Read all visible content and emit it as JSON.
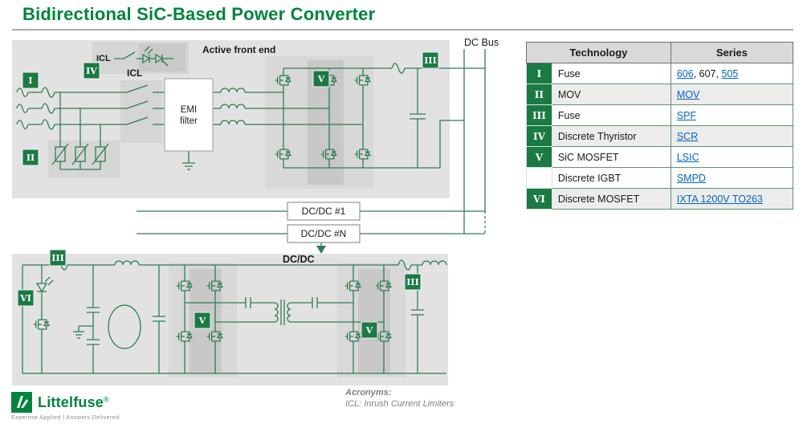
{
  "title": "Bidirectional SiC-Based Power Converter",
  "diagram": {
    "dc_bus_label": "DC Bus",
    "afe": {
      "title": "Active front end",
      "icl_top_label": "ICL",
      "icl_main_label": "ICL",
      "emi_line1": "EMI",
      "emi_line2": "filter"
    },
    "dcdc_first_label": "DC/DC #1",
    "dcdc_last_label": "DC/DC #N",
    "dcdc_title": "DC/DC",
    "badges": {
      "afe_input_fuse": "I",
      "afe_mov": "II",
      "afe_dc_fuse": "III",
      "afe_thyristor": "IV",
      "afe_sic_mosfet": "V",
      "dcdc_input_fuse": "III",
      "dcdc_discrete_mosfet": "VI",
      "dcdc_primary_bridge": "V",
      "dcdc_secondary_bridge": "V",
      "dcdc_output_fuse": "III"
    }
  },
  "acronyms": {
    "heading": "Acronyms:",
    "text": "ICL: Inrush Current Limiters"
  },
  "table": {
    "headers": {
      "technology": "Technology",
      "series": "Series"
    },
    "rows": [
      {
        "numeral": "I",
        "technology": "Fuse",
        "shaded": false,
        "series": [
          {
            "text": "606",
            "link": true
          },
          {
            "text": ", ",
            "link": false
          },
          {
            "text": "607",
            "link": false
          },
          {
            "text": ", ",
            "link": false
          },
          {
            "text": "505",
            "link": true
          }
        ]
      },
      {
        "numeral": "II",
        "technology": "MOV",
        "shaded": true,
        "series": [
          {
            "text": "MOV",
            "link": true
          }
        ]
      },
      {
        "numeral": "III",
        "technology": "Fuse",
        "shaded": false,
        "series": [
          {
            "text": "SPF",
            "link": true
          }
        ]
      },
      {
        "numeral": "IV",
        "technology": "Discrete Thyristor",
        "shaded": true,
        "series": [
          {
            "text": "SCR",
            "link": true
          }
        ]
      },
      {
        "numeral": "V",
        "technology": "SiC MOSFET",
        "shaded": false,
        "series": [
          {
            "text": "LSIC",
            "link": true
          }
        ]
      },
      {
        "numeral": "",
        "technology": "Discrete IGBT",
        "shaded": false,
        "series": [
          {
            "text": "SMPD",
            "link": true
          }
        ]
      },
      {
        "numeral": "VI",
        "technology": "Discrete MOSFET",
        "shaded": true,
        "series": [
          {
            "text": "IXTA 1200V TO263",
            "link": true
          }
        ]
      }
    ]
  },
  "footer": {
    "brand": "Littelfuse",
    "registered": "®",
    "tagline": "Expertise Applied | Answers Delivered"
  },
  "colors": {
    "brand_green": "#00843D",
    "circuit_green": "#2F7D52",
    "badge_green": "#1B7A44",
    "link_blue": "#0563C1"
  }
}
